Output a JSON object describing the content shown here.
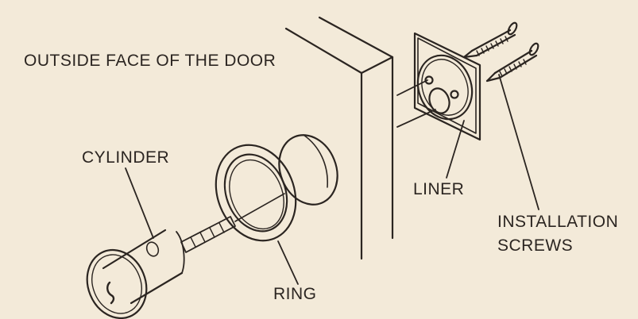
{
  "labels": {
    "outside_face": "OUTSIDE FACE OF THE DOOR",
    "cylinder": "CYLINDER",
    "ring": "RING",
    "liner": "LINER",
    "screws_line1": "INSTALLATION",
    "screws_line2": "SCREWS"
  },
  "colors": {
    "background": "#f3ead9",
    "ink": "#2b2521"
  }
}
